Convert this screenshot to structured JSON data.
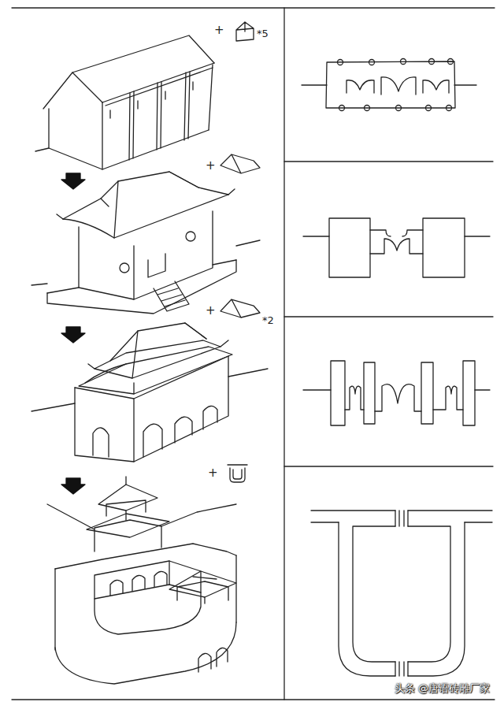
{
  "diagram": {
    "labels": [
      "+",
      "*5",
      "+",
      "+",
      "*2",
      "+",
      "头条 @唐语砖雕厂家"
    ]
  }
}
